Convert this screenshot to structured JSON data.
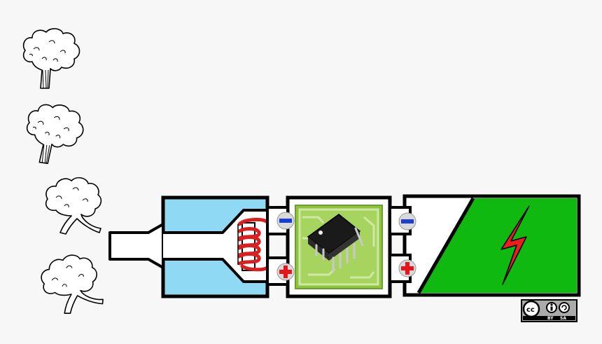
{
  "diagram": {
    "colors": {
      "background": "#f7f7f7",
      "outline": "#000000",
      "coil_housing": "#8fd9f5",
      "coil": "#dd1e1e",
      "circuit_board": "#8cc63f",
      "circuit_board_light": "#b7dc7c",
      "chip": "#1a1a1a",
      "battery_fill": "#10b910",
      "bolt": "#ee1c1c",
      "terminal_minus": "#1a3fd6",
      "terminal_plus": "#e8141b"
    },
    "icons": {
      "trees": [
        "tree-icon",
        "tree-icon",
        "tree-icon",
        "tree-icon"
      ],
      "chip": "microchip-icon",
      "bolt": "lightning-bolt-icon"
    },
    "battery_charge": 0.7
  },
  "license": {
    "cc": "cc",
    "by": "BY",
    "sa": "SA"
  }
}
